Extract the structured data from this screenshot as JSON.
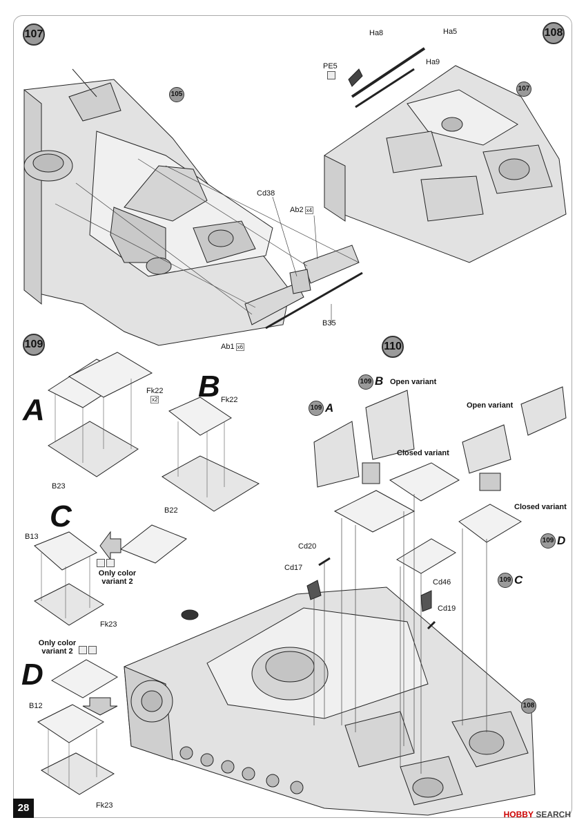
{
  "page": {
    "number": "28"
  },
  "steps": {
    "s107": "107",
    "s108": "108",
    "s109": "109",
    "s110": "110"
  },
  "refs": {
    "r105": "105",
    "r107": "107",
    "r108": "108",
    "r109b": "109",
    "r109a": "109",
    "r109d": "109",
    "r109c": "109"
  },
  "parts": {
    "cd38": "Cd38",
    "ab2": "Ab2",
    "ab2_qty": "x4",
    "b35": "B35",
    "ab1": "Ab1",
    "ab1_qty": "x6",
    "ha8": "Ha8",
    "ha5": "Ha5",
    "ha9": "Ha9",
    "pe5": "PE5",
    "fk22a": "Fk22",
    "fk22a_qty": "x2",
    "fk22b": "Fk22",
    "b23": "B23",
    "b22": "B22",
    "b13": "B13",
    "fk23c": "Fk23",
    "b12": "B12",
    "fk23d": "Fk23",
    "cd20": "Cd20",
    "cd17": "Cd17",
    "cd46": "Cd46",
    "cd19": "Cd19"
  },
  "variants": {
    "a": "A",
    "b": "B",
    "c": "C",
    "d": "D"
  },
  "notes": {
    "open_variant_1": "Open variant",
    "open_variant_2": "Open variant",
    "closed_variant_1": "Closed variant",
    "closed_variant_2": "Closed variant",
    "only_color_c": "Only color variant 2",
    "only_color_d": "Only color variant 2"
  },
  "watermark": {
    "brand": "HOBBY",
    "suffix": "SEARCH"
  },
  "colors": {
    "hull": "#e2e2e2",
    "line": "#222222",
    "step_bubble": "#9a9a9a"
  }
}
